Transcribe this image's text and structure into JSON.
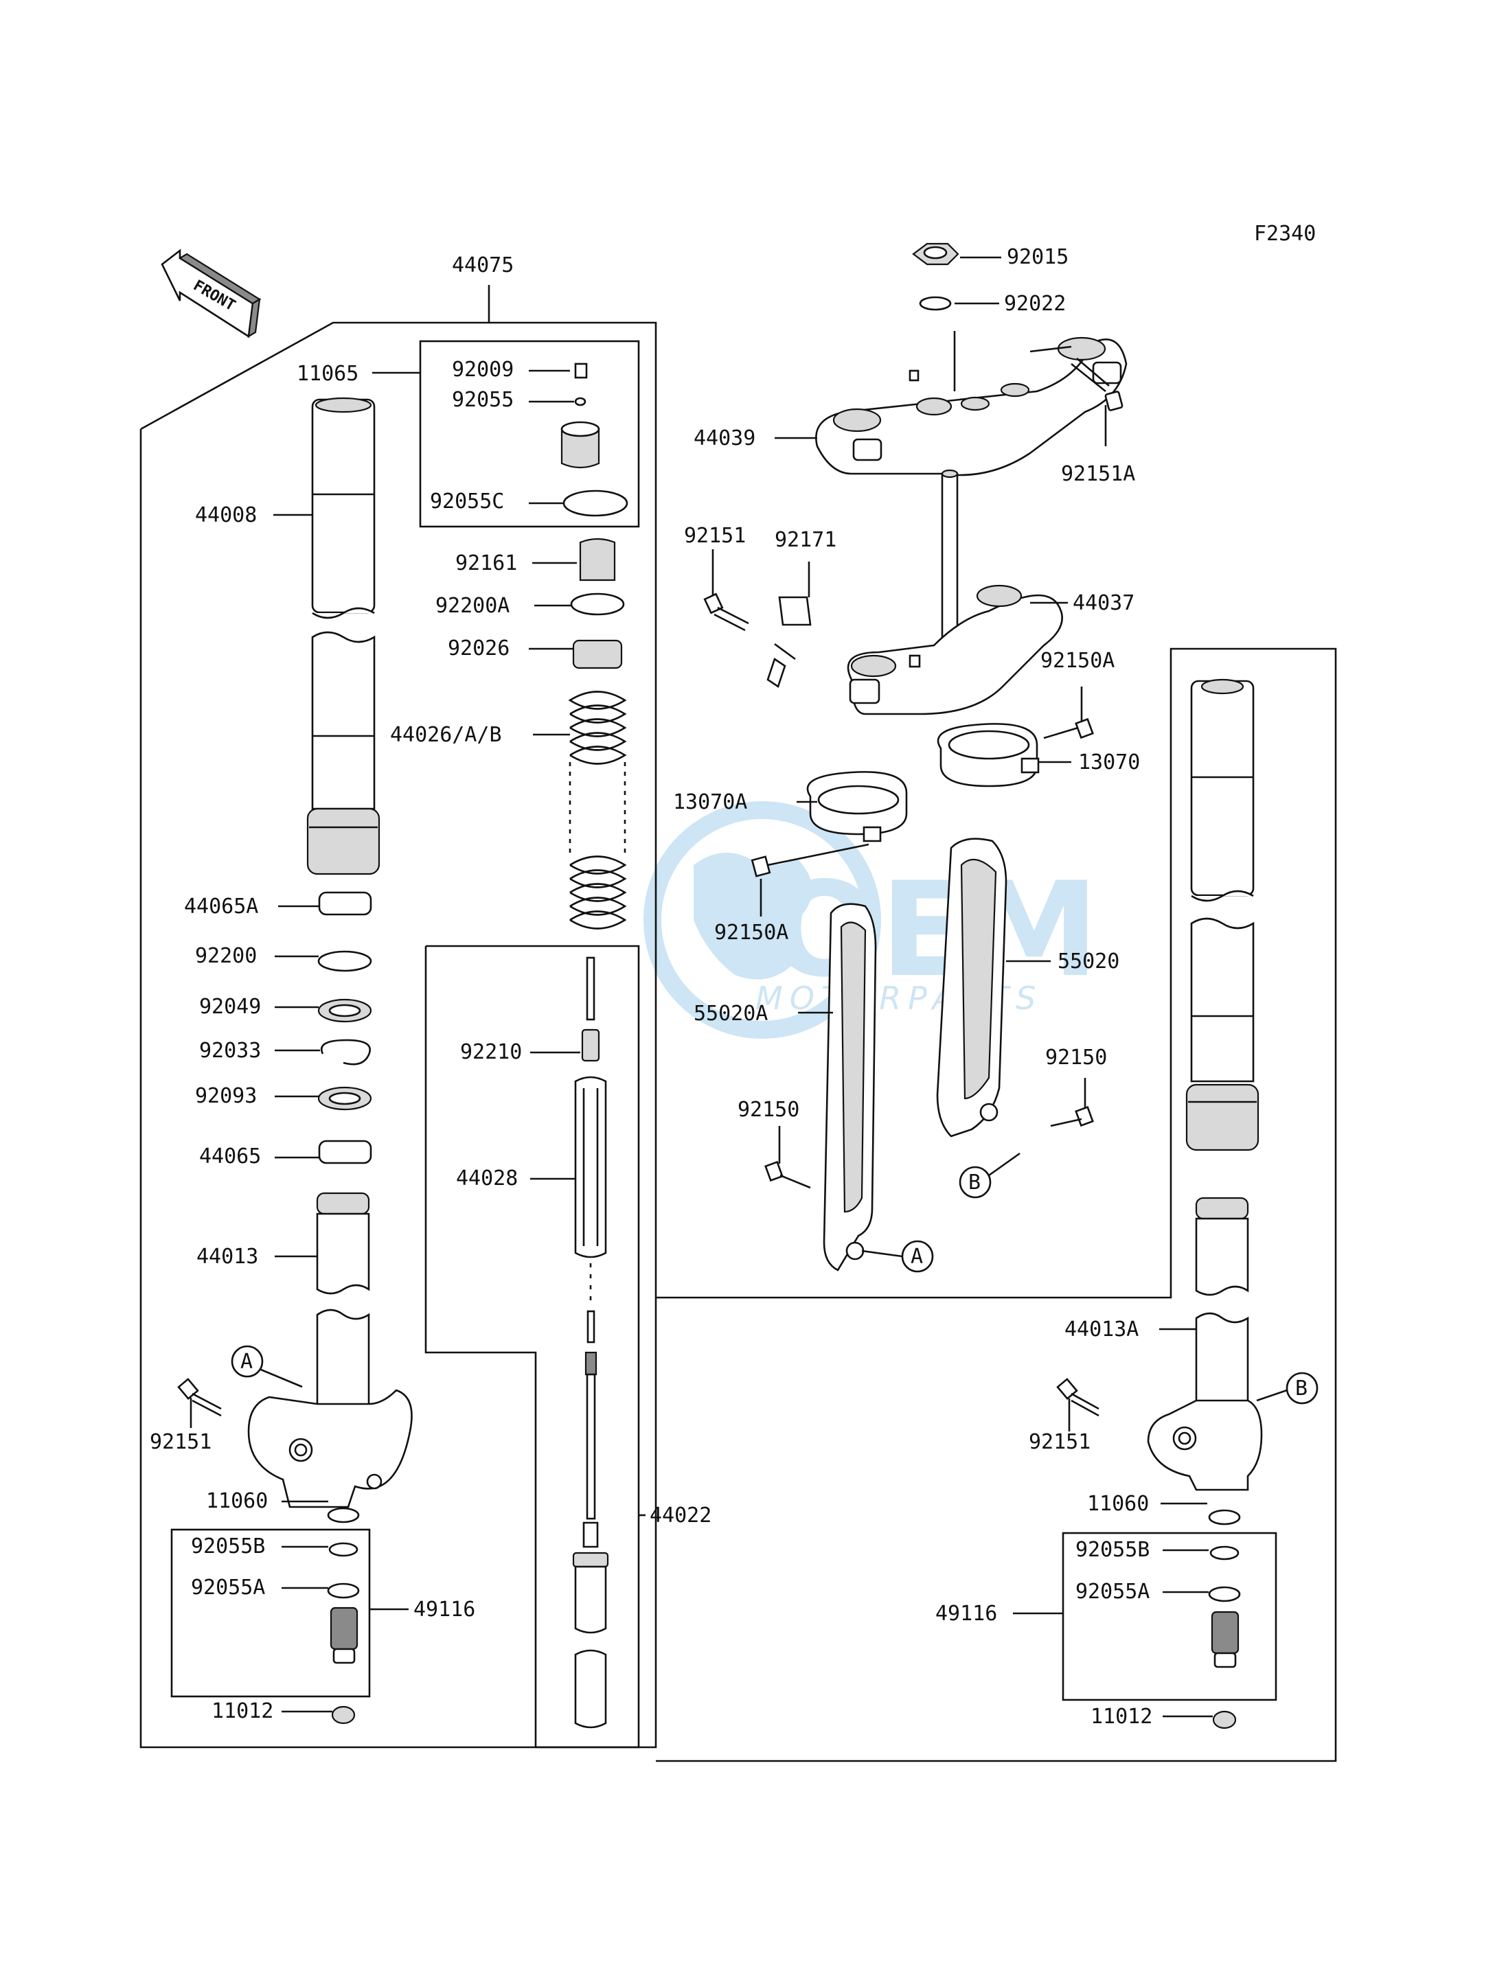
{
  "diagram_code": "F2340",
  "front_label": "FRONT",
  "watermark": {
    "brand": "OEM",
    "sub": "MOTORPARTS",
    "accent": "#4fa3d9"
  },
  "callouts": {
    "A": "A",
    "B": "B"
  },
  "parts": {
    "p44075": "44075",
    "p11065": "11065",
    "p92009": "92009",
    "p92055": "92055",
    "p92055C": "92055C",
    "p44008": "44008",
    "p92161": "92161",
    "p92200A": "92200A",
    "p92026": "92026",
    "p44026": "44026/A/B",
    "p44065A": "44065A",
    "p92200": "92200",
    "p92049": "92049",
    "p92033": "92033",
    "p92093": "92093",
    "p44065": "44065",
    "p44013": "44013",
    "p92151L": "92151",
    "p11060L": "11060",
    "p92055BL": "92055B",
    "p92055AL": "92055A",
    "p49116L": "49116",
    "p11012L": "11012",
    "p92210": "92210",
    "p44028": "44028",
    "p44022": "44022",
    "p92015": "92015",
    "p92022": "92022",
    "p44039": "44039",
    "p92151A": "92151A",
    "p92151M": "92151",
    "p92171": "92171",
    "p44037": "44037",
    "p92150A_top": "92150A",
    "p13070": "13070",
    "p13070A": "13070A",
    "p92150A_mid": "92150A",
    "p55020": "55020",
    "p55020A": "55020A",
    "p92150R": "92150",
    "p92150L": "92150",
    "p44013A": "44013A",
    "p92151R": "92151",
    "p11060R": "11060",
    "p92055BR": "92055B",
    "p92055AR": "92055A",
    "p49116R": "49116",
    "p11012R": "11012"
  }
}
